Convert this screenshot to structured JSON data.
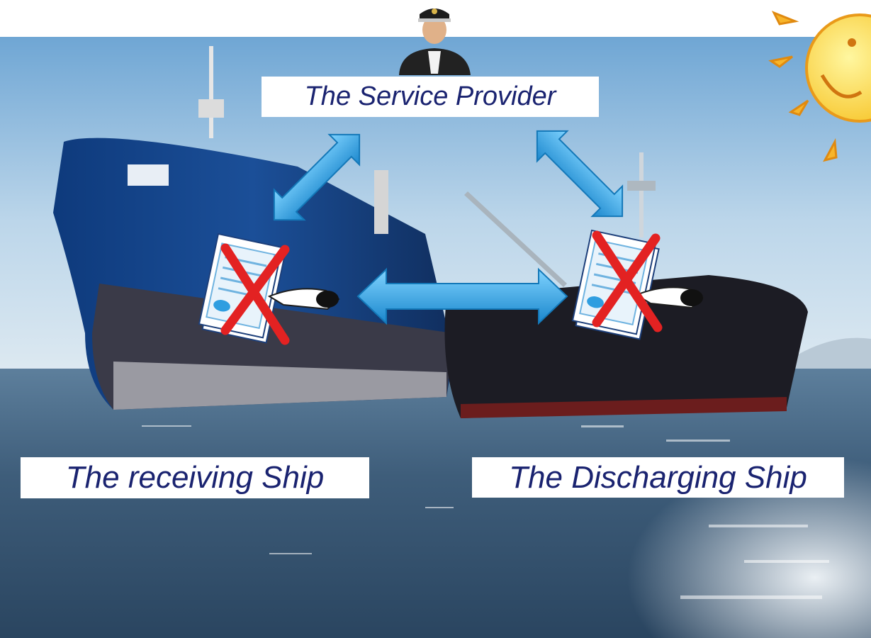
{
  "labels": {
    "service_provider": "The Service Provider",
    "receiving_ship": "The receiving Ship",
    "discharging_ship": "The Discharging Ship"
  },
  "icons": {
    "captain": "captain-icon",
    "sun": "sun-icon",
    "document_left": "document-icon",
    "document_right": "document-icon",
    "cross": "red-x-icon",
    "arrows": "double-arrow-icon"
  },
  "colors": {
    "label_text": "#1a2370",
    "arrow": "#35a9e6",
    "cross": "#e32222",
    "sky_top": "#7fb0d8",
    "sea": "#3a5a78"
  }
}
